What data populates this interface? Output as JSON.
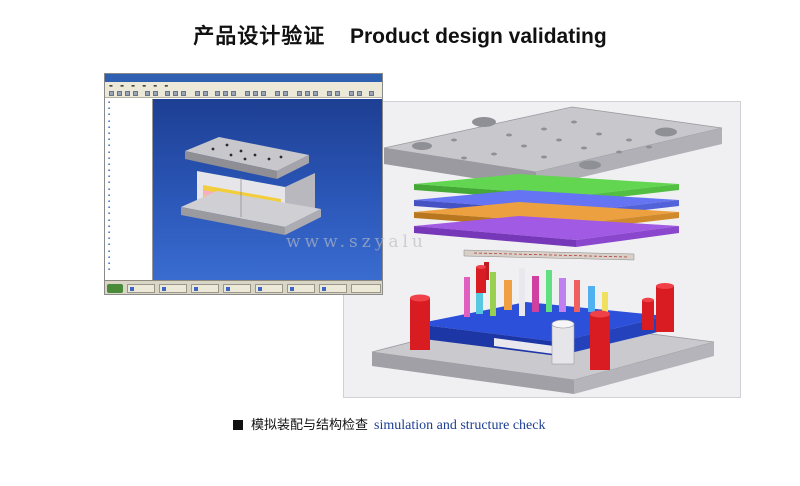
{
  "header": {
    "title_zh": "产品设计验证",
    "title_en": "Product design validating"
  },
  "caption": {
    "zh": "模拟装配与结构检查",
    "en": "simulation and structure check"
  },
  "watermark": "www.szyalu",
  "colors": {
    "plate_gray": "#c4c4c8",
    "plate_green": "#5fd24c",
    "plate_blue": "#5f6ff0",
    "plate_orange": "#e89c3a",
    "plate_purple": "#9a55e0",
    "base_blue": "#2a4fd8",
    "pillar_red": "#d81c22",
    "viewport_blue": "#2b57b8"
  },
  "screenshot": {
    "menu_icons": [
      "file-icon",
      "edit-icon",
      "view-icon",
      "tools-icon",
      "window-icon",
      "help-icon"
    ],
    "tree_icon": "part-icon",
    "taskbar_icons": [
      "start-icon",
      "window-icon"
    ]
  }
}
